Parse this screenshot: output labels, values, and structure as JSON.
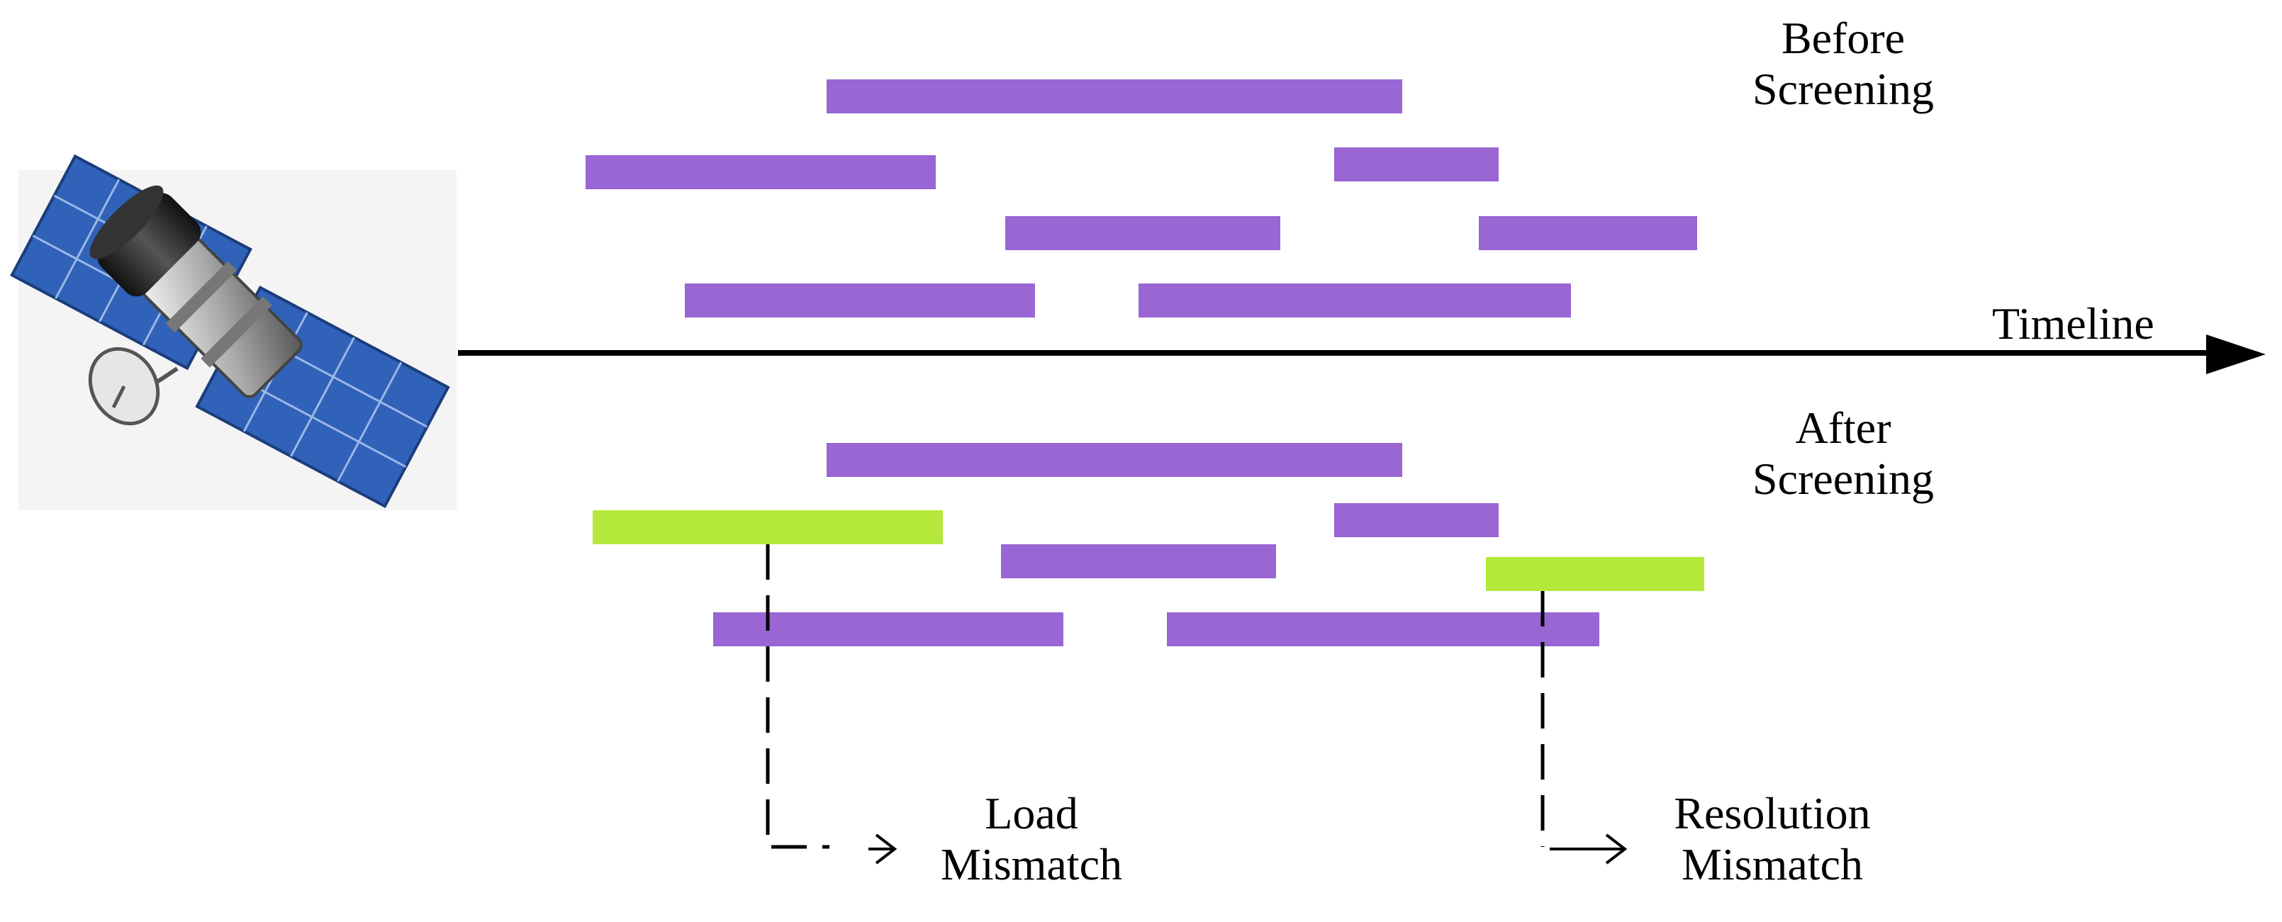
{
  "labels": {
    "before": [
      "Before",
      "Screening"
    ],
    "after": [
      "After",
      "Screening"
    ],
    "timeline": "Timeline",
    "load_mismatch": [
      "Load",
      "Mismatch"
    ],
    "resolution_mismatch": [
      "Resolution",
      "Mismatch"
    ]
  },
  "colors": {
    "task": "#9966d4",
    "mismatch": "#b4e93b",
    "axis": "#000000",
    "panel_blue": "#2f62b8",
    "panel_dark": "#1b3d7a"
  },
  "icons": {
    "satellite": "satellite-icon"
  }
}
